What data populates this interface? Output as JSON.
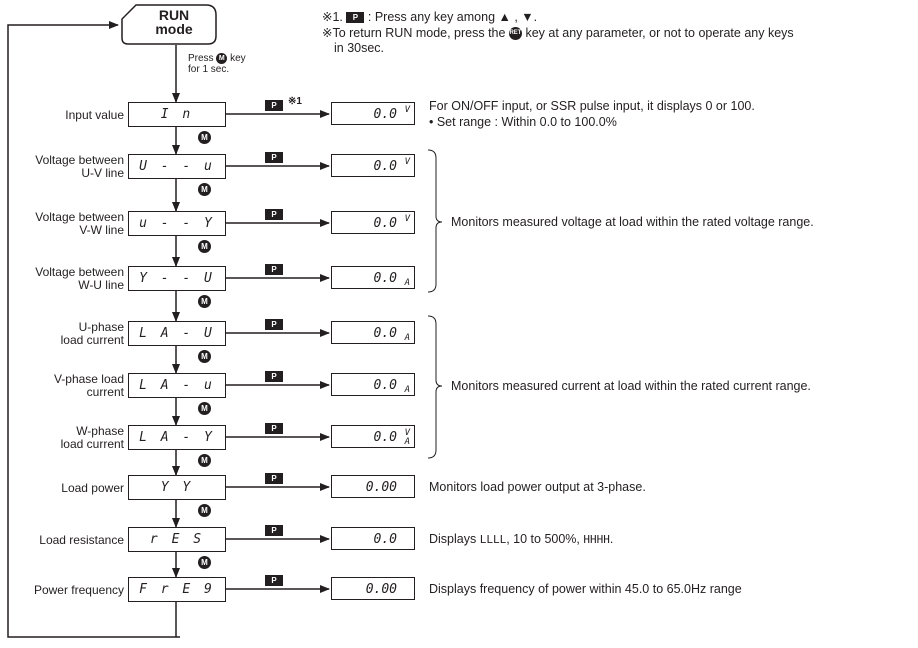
{
  "run_mode": {
    "line1": "RUN",
    "line2": "mode"
  },
  "press_m": {
    "line1": "Press",
    "key": "M",
    "line1b": "key",
    "line2": "for 1 sec."
  },
  "notes": {
    "note1_prefix": "※1.",
    "note1_key": "P",
    "note1_text": ": Press any key among ▲ , ▼.",
    "note2_prefix": "※To return RUN mode, press the",
    "note2_key": "RET",
    "note2_text": "key at any parameter, or not to operate any keys",
    "note2_line2": "in 30sec."
  },
  "p_key": "P",
  "m_key": "M",
  "footnote_mark": "※1",
  "params": [
    {
      "label": [
        "Input value"
      ],
      "code": "I n",
      "value": "0.0",
      "unit": "V"
    },
    {
      "label": [
        "Voltage between",
        "U-V line"
      ],
      "code": "U - - u",
      "value": "0.0",
      "unit": "V"
    },
    {
      "label": [
        "Voltage between",
        "V-W line"
      ],
      "code": "u - - Y",
      "value": "0.0",
      "unit": "V"
    },
    {
      "label": [
        "Voltage between",
        "W-U line"
      ],
      "code": "Y - - U",
      "value": "0.0",
      "unit": "A"
    },
    {
      "label": [
        "U-phase",
        "load current"
      ],
      "code": "L A - U",
      "value": "0.0",
      "unit": "A"
    },
    {
      "label": [
        "V-phase load",
        "current"
      ],
      "code": "L A - u",
      "value": "0.0",
      "unit": "A"
    },
    {
      "label": [
        "W-phase",
        "load current"
      ],
      "code": "L A - Y",
      "value": "0.0",
      "unit": "V A"
    },
    {
      "label": [
        "Load power"
      ],
      "code": "Y Y",
      "value": "0.00",
      "unit": ""
    },
    {
      "label": [
        "Load resistance"
      ],
      "code": "r E S",
      "value": "0.0",
      "unit": ""
    },
    {
      "label": [
        "Power frequency"
      ],
      "code": "F r E 9",
      "value": "0.00",
      "unit": ""
    }
  ],
  "descriptions": {
    "input_line1": "For ON/OFF input, or SSR pulse input, it displays 0 or 100.",
    "input_line2": "• Set range : Within 0.0 to 100.0%",
    "voltage": "Monitors measured voltage at load within the rated voltage range.",
    "current": "Monitors measured current at load within the rated current range.",
    "power": "Monitors load power output at 3-phase.",
    "resistance_prefix": "Displays",
    "resistance_low": "LLLL",
    "resistance_mid": ", 10 to 500%,",
    "resistance_high": "HHHH",
    "resistance_end": ".",
    "frequency": "Displays frequency of power within 45.0 to 65.0Hz range"
  }
}
